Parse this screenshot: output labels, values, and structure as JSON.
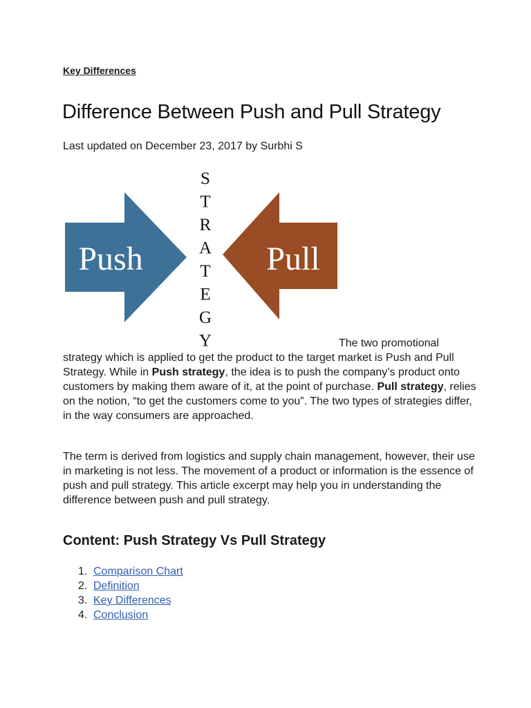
{
  "breadcrumb": "Key Differences",
  "title": "Difference Between Push and Pull Strategy",
  "meta": "Last updated on December 23, 2017 by Surbhi S",
  "figure": {
    "push_label": "Push",
    "pull_label": "Pull",
    "strategy_letters": [
      "S",
      "T",
      "R",
      "A",
      "T",
      "E",
      "G",
      "Y"
    ],
    "push_color": "#3d7198",
    "pull_color": "#9a4c24"
  },
  "para1": {
    "lead": "The two promotional",
    "text1": "strategy which is applied to get the product to the target market is Push and Pull Strategy. While in ",
    "bold1": "Push strategy",
    "text2": ", the idea is to push the company’s product onto customers by making them aware of it, at the point of purchase. ",
    "bold2": "Pull strategy",
    "text3": ", relies on the notion, “to get the customers come to you”. The two types of strategies differ, in the way consumers are approached."
  },
  "para2": "The term is derived from logistics and supply chain management, however, their use in marketing is not less. The movement of a product or information is the essence of push and pull strategy. This article excerpt may help you in understanding the difference between push and pull strategy.",
  "content_heading": "Content: Push Strategy Vs Pull Strategy",
  "toc": [
    {
      "num": "1.",
      "label": "Comparison Chart"
    },
    {
      "num": "2.",
      "label": "Definition"
    },
    {
      "num": "3.",
      "label": "Key Differences"
    },
    {
      "num": "4.",
      "label": "Conclusion"
    }
  ],
  "link_color": "#2f5fb0"
}
